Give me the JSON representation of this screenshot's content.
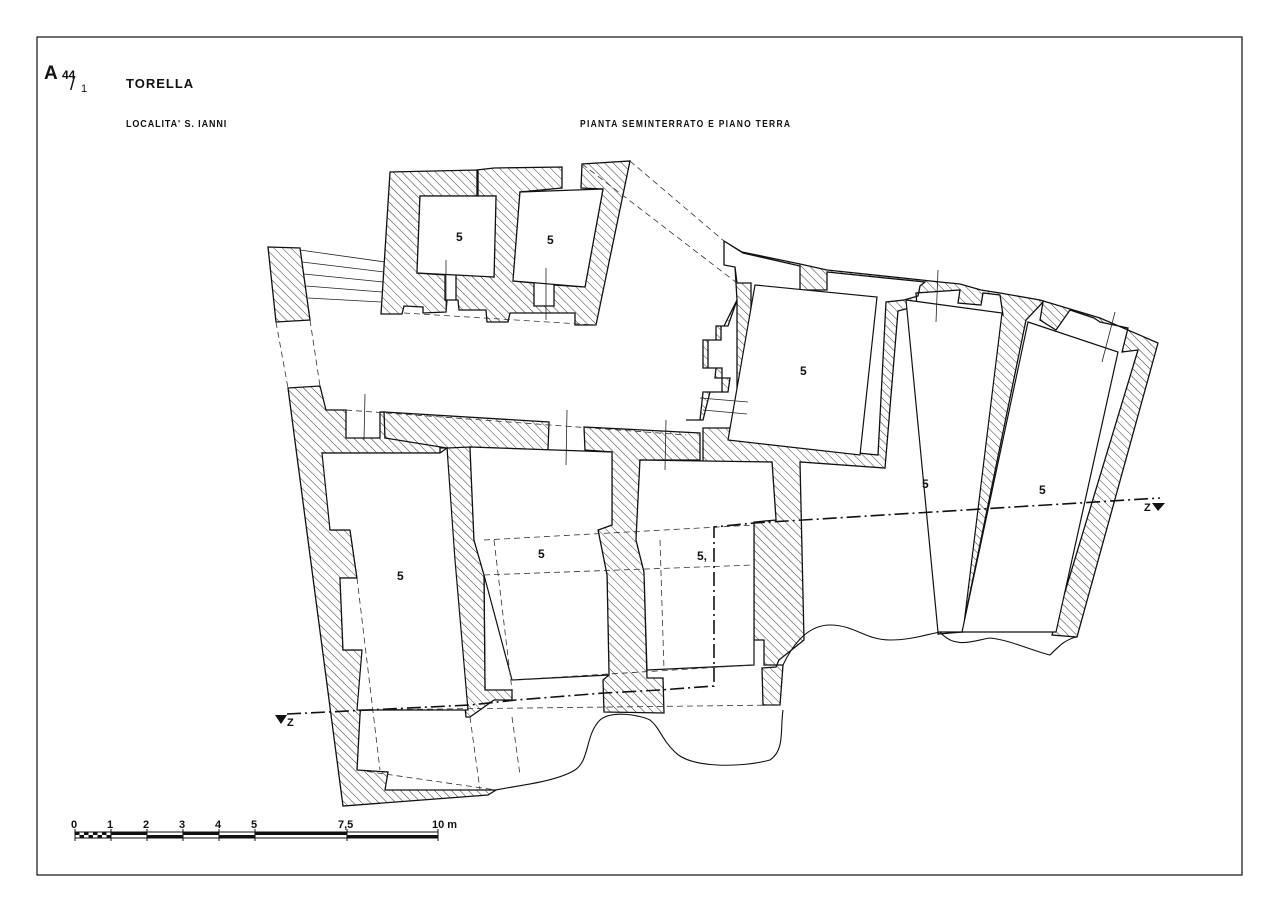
{
  "sheet": {
    "code_letter": "A",
    "code_number": "44",
    "code_fraction": "1",
    "title": "TORELLA",
    "location": "LOCALITA' S. IANNI",
    "subtitle": "PIANTA  SEMINTERRATO  E  PIANO  TERRA"
  },
  "rooms": [
    {
      "id": "room-north-left",
      "label": "5"
    },
    {
      "id": "room-north-right",
      "label": "5"
    },
    {
      "id": "room-east-square",
      "label": "5"
    },
    {
      "id": "room-west-long",
      "label": "5"
    },
    {
      "id": "room-center-left",
      "label": "5"
    },
    {
      "id": "room-center-right",
      "label": "5,"
    },
    {
      "id": "room-east-1",
      "label": "5"
    },
    {
      "id": "room-east-2",
      "label": "5"
    }
  ],
  "section_line": {
    "marker_left": "Z",
    "marker_right": "Z"
  },
  "scale_bar": {
    "ticks": [
      "0",
      "1",
      "2",
      "3",
      "4",
      "5",
      "7,5",
      "10 m"
    ]
  },
  "colors": {
    "ink": "#111111",
    "paper": "#ffffff"
  }
}
